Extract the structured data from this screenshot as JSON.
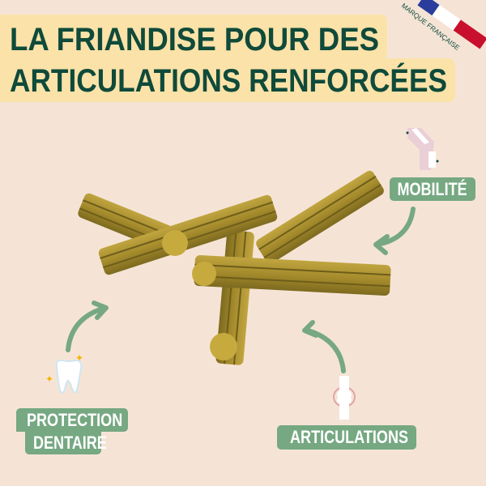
{
  "title": {
    "line1": "LA FRIANDISE POUR DES",
    "line2": "ARTICULATIONS RENFORCÉES"
  },
  "badge": {
    "text": "MARQUE FRANÇAISE",
    "flag_colors": [
      "#2a3d9c",
      "#ffffff",
      "#c8102e"
    ]
  },
  "benefits": [
    {
      "label": "MOBILITÉ",
      "icon": "knee-joint-icon"
    },
    {
      "label_line1": "PROTECTION",
      "label_line2": "DENTAIRE",
      "icon": "tooth-icon"
    },
    {
      "label": "ARTICULATIONS",
      "icon": "joint-bone-icon"
    }
  ],
  "colors": {
    "background": "#f5e4d6",
    "title_bg": "#fbe2a8",
    "title_text": "#0f4a3a",
    "label_bg": "#76a882",
    "product": "#a58b2c"
  }
}
